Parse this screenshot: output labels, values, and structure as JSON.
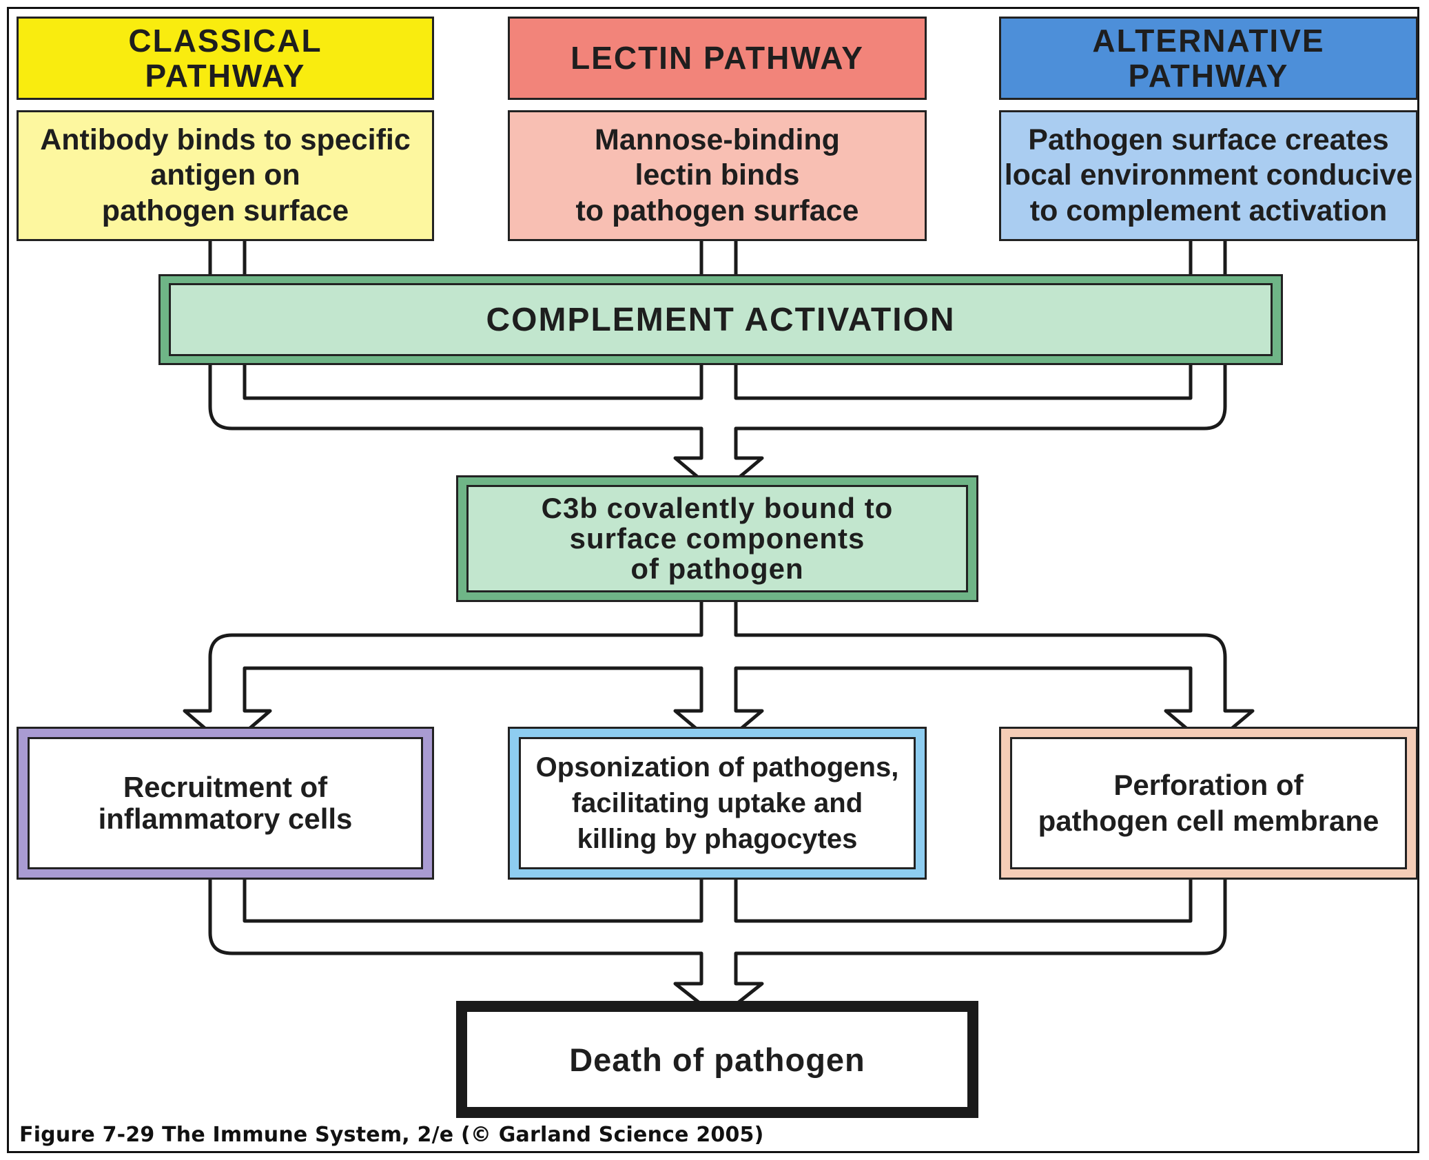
{
  "pathways": [
    {
      "header": "CLASSICAL\nPATHWAY",
      "description": "Antibody binds to specific\nantigen on\npathogen surface",
      "header_color": "#f9ec0f",
      "desc_color": "#fdf79f"
    },
    {
      "header": "LECTIN PATHWAY",
      "description": "Mannose-binding\nlectin binds\nto pathogen surface",
      "header_color": "#f2847a",
      "desc_color": "#f8bfb3"
    },
    {
      "header": "ALTERNATIVE\nPATHWAY",
      "description": "Pathogen surface creates\nlocal environment conducive\nto complement activation",
      "header_color": "#4d8fd9",
      "desc_color": "#aacdf1"
    }
  ],
  "activation": {
    "label": "COMPLEMENT ACTIVATION",
    "color": "#c2e6ce",
    "border": "#5aa874"
  },
  "c3b": {
    "label": "C3b covalently bound to\nsurface components\nof pathogen",
    "color": "#c2e6ce",
    "border": "#5aa874"
  },
  "outcomes": [
    {
      "label": "Recruitment of\ninflammatory cells",
      "border": "#a99bd2"
    },
    {
      "label": "Opsonization of pathogens,\nfacilitating uptake and\nkilling by phagocytes",
      "border": "#8ecdf0"
    },
    {
      "label": "Perforation of\npathogen cell membrane",
      "border": "#f5cdb7"
    }
  ],
  "death": {
    "label": "Death of pathogen"
  },
  "caption": "Figure 7-29  The Immune System, 2/e (© Garland Science 2005)"
}
